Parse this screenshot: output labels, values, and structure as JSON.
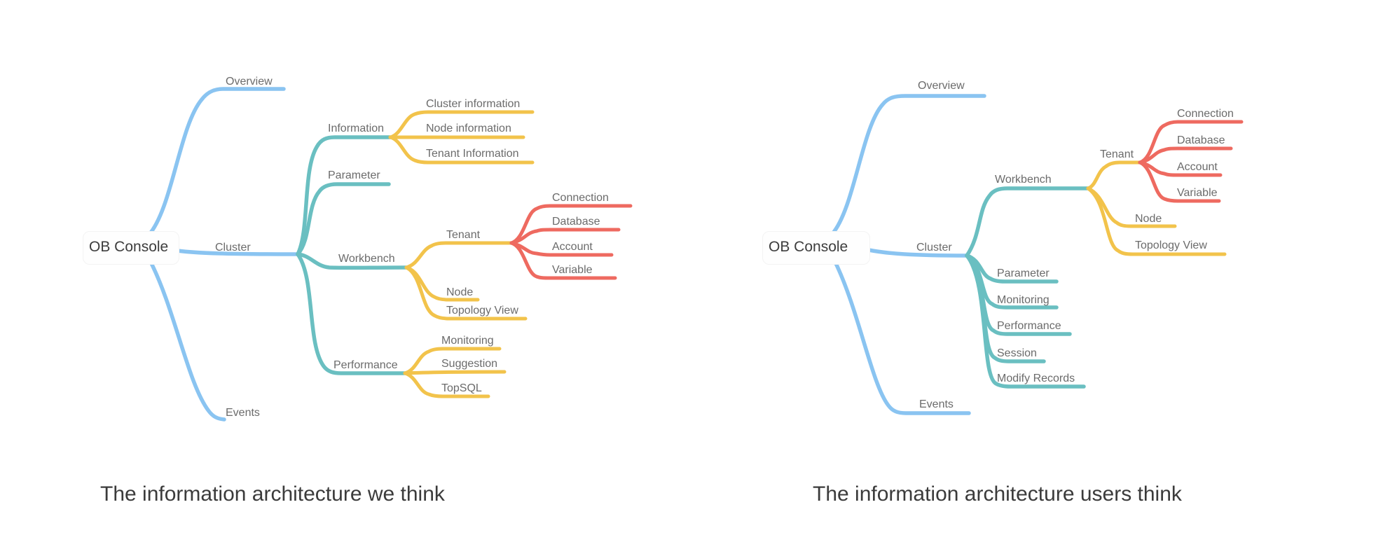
{
  "colors": {
    "background": "#ffffff",
    "branch_level1_blue": "#8AC4F1",
    "branch_level2_teal": "#6ABFC1",
    "branch_level3_yellow": "#F2C34B",
    "branch_level4_red": "#EE6A60",
    "label_text": "#6b6b6b",
    "root_text": "#3d3d3d",
    "caption_text": "#3b3b3b"
  },
  "diagrams": [
    {
      "caption": "The information architecture we think",
      "root": "OB Console",
      "tree": [
        {
          "label": "Overview"
        },
        {
          "label": "Cluster",
          "children": [
            {
              "label": "Information",
              "children": [
                {
                  "label": "Cluster information"
                },
                {
                  "label": "Node information"
                },
                {
                  "label": "Tenant Information"
                }
              ]
            },
            {
              "label": "Parameter"
            },
            {
              "label": "Workbench",
              "children": [
                {
                  "label": "Tenant",
                  "children": [
                    {
                      "label": "Connection"
                    },
                    {
                      "label": "Database"
                    },
                    {
                      "label": "Account"
                    },
                    {
                      "label": "Variable"
                    }
                  ]
                },
                {
                  "label": "Node"
                },
                {
                  "label": "Topology View"
                }
              ]
            },
            {
              "label": "Performance",
              "children": [
                {
                  "label": "Monitoring"
                },
                {
                  "label": "Suggestion"
                },
                {
                  "label": "TopSQL"
                }
              ]
            }
          ]
        },
        {
          "label": "Events"
        }
      ]
    },
    {
      "caption": "The information architecture users think",
      "root": "OB Console",
      "tree": [
        {
          "label": "Overview"
        },
        {
          "label": "Cluster",
          "children": [
            {
              "label": "Workbench",
              "children": [
                {
                  "label": "Tenant",
                  "children": [
                    {
                      "label": "Connection"
                    },
                    {
                      "label": "Database"
                    },
                    {
                      "label": "Account"
                    },
                    {
                      "label": "Variable"
                    }
                  ]
                },
                {
                  "label": "Node"
                },
                {
                  "label": "Topology View"
                }
              ]
            },
            {
              "label": "Parameter"
            },
            {
              "label": "Monitoring"
            },
            {
              "label": "Performance"
            },
            {
              "label": "Session"
            },
            {
              "label": "Modify Records"
            }
          ]
        },
        {
          "label": "Events"
        }
      ]
    }
  ]
}
